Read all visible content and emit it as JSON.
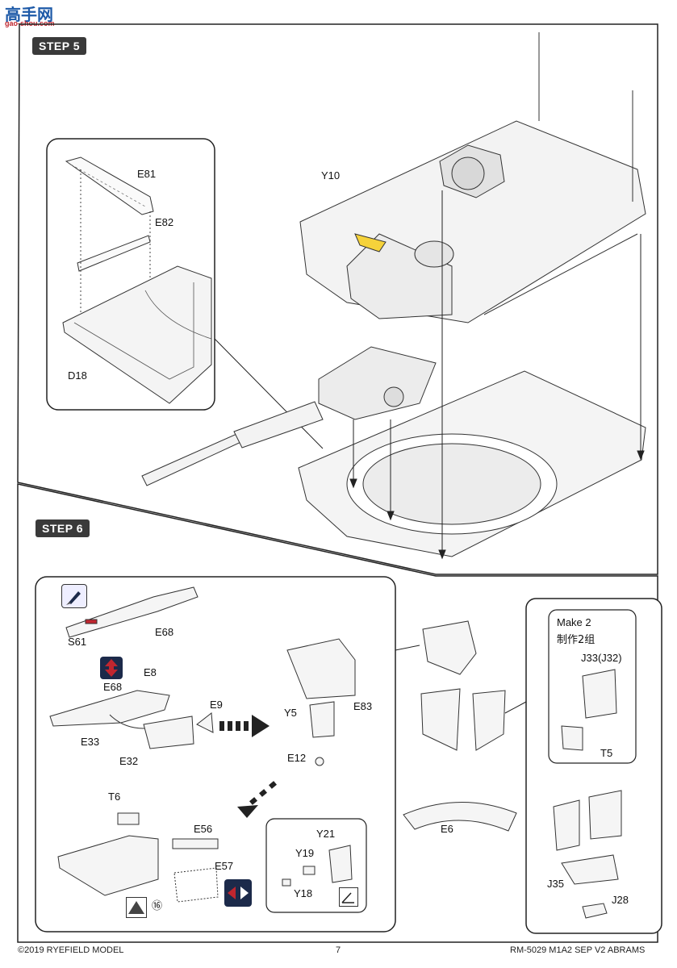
{
  "watermark": {
    "cn": "高手网",
    "url": "gao-shou.com"
  },
  "step5": {
    "badge": "STEP 5",
    "callout_labels": {
      "e81": "E81",
      "e82": "E82",
      "d18": "D18"
    },
    "y10": "Y10"
  },
  "step6": {
    "badge": "STEP 6",
    "labels": {
      "s61": "S61",
      "e68a": "E68",
      "e8": "E8",
      "e68b": "E68",
      "e9": "E9",
      "e33": "E33",
      "e32": "E32",
      "y5": "Y5",
      "e83": "E83",
      "e12": "E12",
      "t6": "T6",
      "e56": "E56",
      "e57": "E57",
      "circled16": "⑯",
      "y21": "Y21",
      "y19": "Y19",
      "y18": "Y18",
      "e6": "E6",
      "make2": "Make 2",
      "make2_cn": "制作2组",
      "j33": "J33(J32)",
      "t5": "T5",
      "j35": "J35",
      "j28": "J28"
    }
  },
  "footer": {
    "copyright": "©2019 RYEFIELD MODEL",
    "page": "7",
    "code": "RM-5029 M1A2 SEP V2 ABRAMS"
  },
  "colors": {
    "badge_bg": "#3a3a3a",
    "highlight": "#f5d23a",
    "accent_red": "#c0262f",
    "navy": "#1c2a4a"
  }
}
